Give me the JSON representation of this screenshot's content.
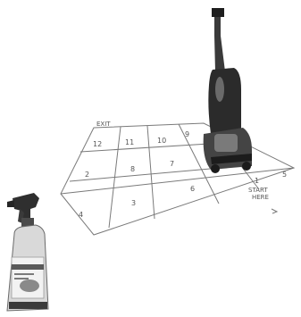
{
  "grid": {
    "exit_label": "EXIT",
    "start_label_line1": "START",
    "start_label_line2": "HERE",
    "cells": [
      "12",
      "11",
      "10",
      "9",
      "2",
      "8",
      "7",
      "4",
      "3",
      "6",
      "1",
      "5"
    ]
  },
  "colors": {
    "line": "#7a7a7a",
    "text": "#555555",
    "machine_dark": "#2a2a2a",
    "machine_mid": "#5a5a5a",
    "bottle_light": "#e6e6e6"
  }
}
